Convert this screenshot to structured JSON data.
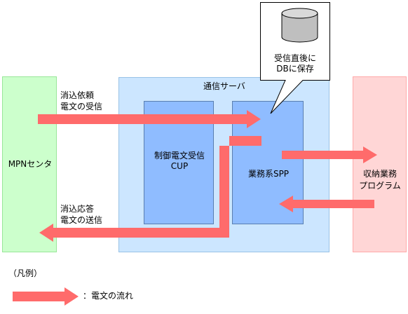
{
  "diagram": {
    "mpn_center": "MPNセンタ",
    "server_title": "通信サーバ",
    "cup": "制御電文受信\nCUP",
    "spp": "業務系SPP",
    "program": "収納業務\nプログラム",
    "db_note": "受信直後に\nDBに保存",
    "recv_label": "消込依頼\n電文の受信",
    "send_label": "消込応答\n電文の送信"
  },
  "legend": {
    "title": "（凡例）",
    "arrow_meaning": "：電文の流れ"
  },
  "colors": {
    "mpn_fill": "#ccffcc",
    "mpn_border": "#99e699",
    "server_fill": "#cce6ff",
    "server_border": "#99c2e6",
    "block_fill": "#8fbcff",
    "program_fill": "#ffd6d6",
    "program_border": "#ffaaaa",
    "arrow": "#ff6b6b"
  }
}
